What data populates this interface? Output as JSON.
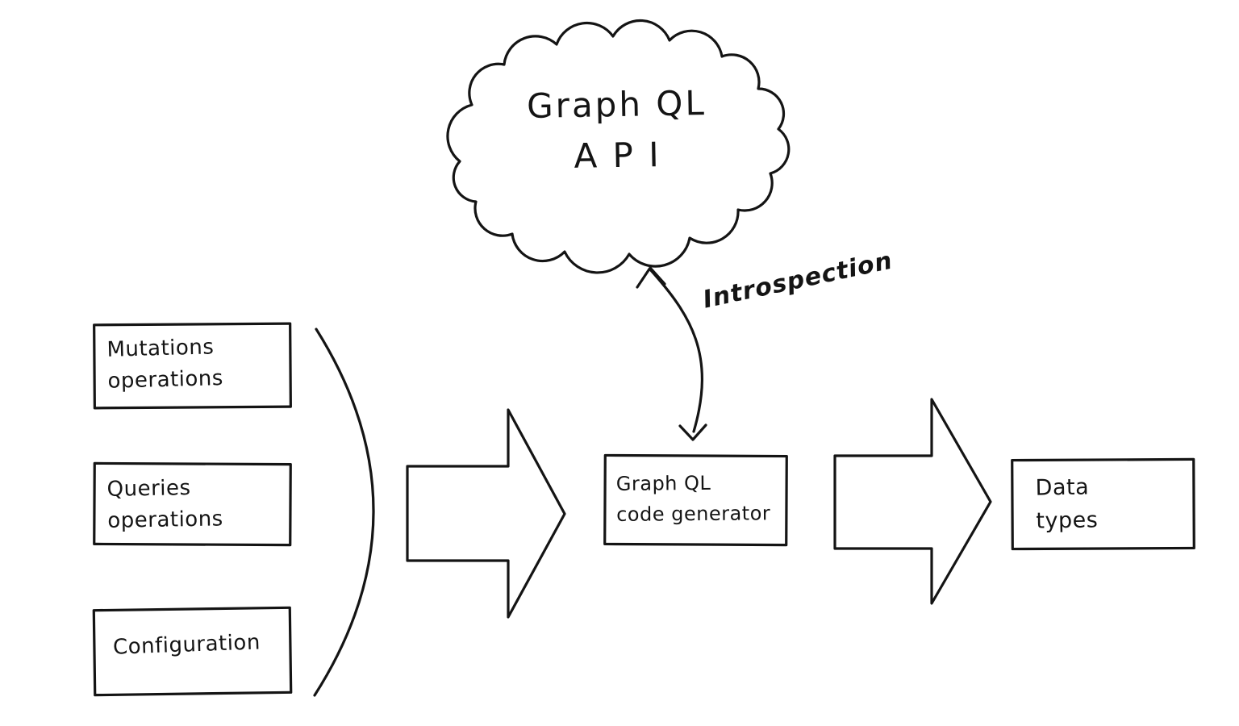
{
  "cloud": {
    "label": "Graph QL\nA P I"
  },
  "introspection": {
    "label": "Introspection"
  },
  "inputs": [
    {
      "label": "Mutations\noperations"
    },
    {
      "label": "Queries\noperations"
    },
    {
      "label": "Configuration"
    }
  ],
  "generator": {
    "label": "Graph QL\ncode generator"
  },
  "output": {
    "label": "Data\ntypes"
  },
  "colors": {
    "ink": "#141414",
    "background": "#ffffff"
  }
}
